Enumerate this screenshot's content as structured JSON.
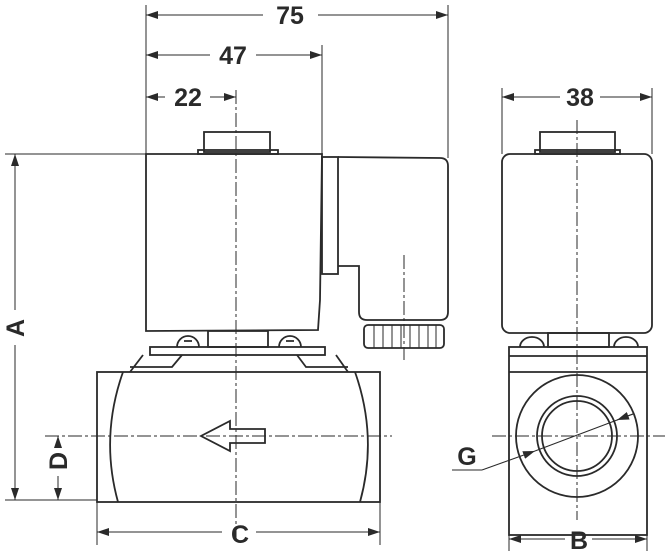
{
  "dimensions": {
    "overall_width": "75",
    "coil_width": "47",
    "center_offset": "22",
    "side_width": "38",
    "height": "A",
    "body_length": "C",
    "inlet_height": "D",
    "body_width": "B",
    "port_thread": "G"
  },
  "colors": {
    "line": "#2a2a2a",
    "background": "#ffffff"
  }
}
